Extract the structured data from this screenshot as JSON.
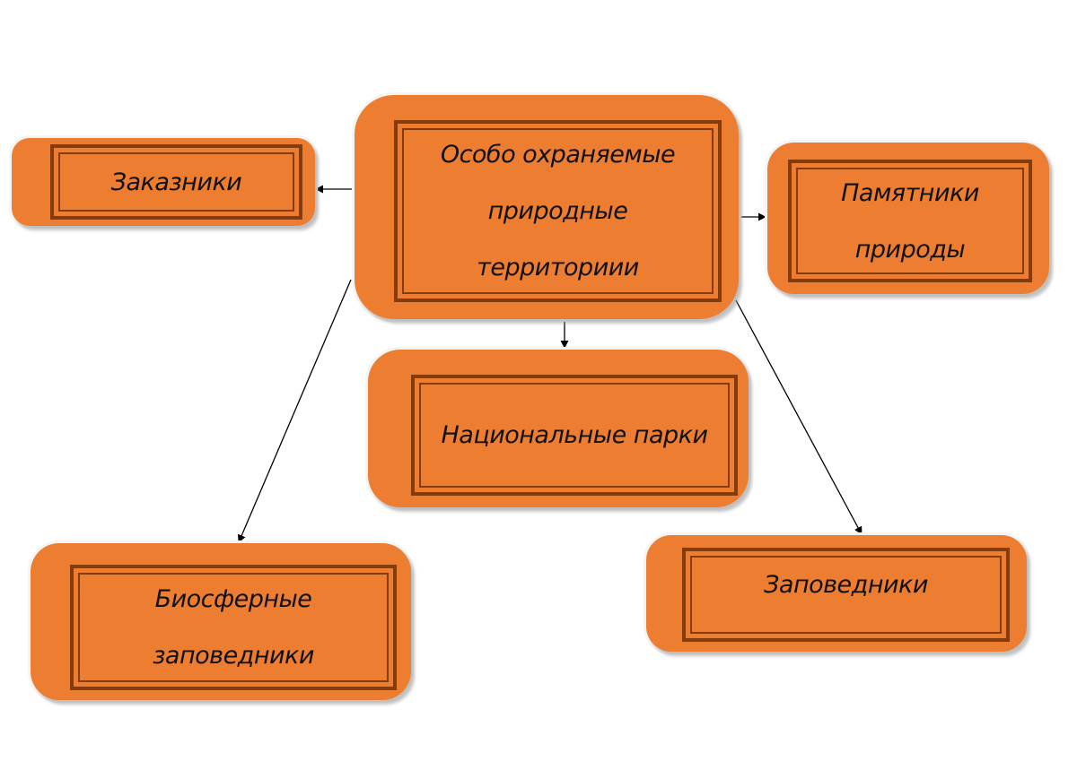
{
  "diagram": {
    "root": {
      "lines": [
        "Особо охраняемые",
        "природные",
        "территориии"
      ]
    },
    "children": {
      "zakazniki": {
        "label": "Заказники"
      },
      "pamyatniki": {
        "lines": [
          "Памятники",
          "природы"
        ]
      },
      "parks": {
        "label": "Национальные парки"
      },
      "biosphere": {
        "lines": [
          "Биосферные",
          "заповедники"
        ]
      },
      "zapovedniki": {
        "label": "Заповедники"
      }
    },
    "colors": {
      "node_fill": "#ed7d31",
      "frame": "#843c0c",
      "arrow": "#000000"
    }
  }
}
